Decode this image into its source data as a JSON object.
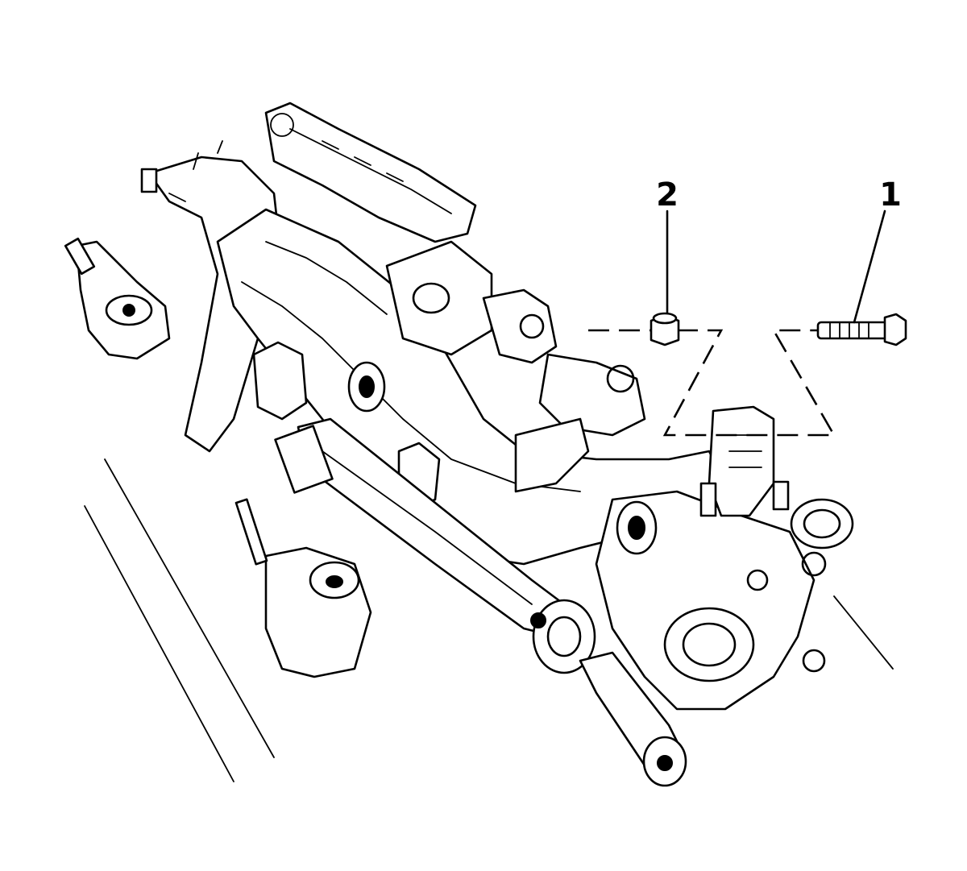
{
  "callouts": [
    {
      "label": "1",
      "part": "bolt"
    },
    {
      "label": "2",
      "part": "nut"
    }
  ],
  "colors": {
    "line": "#000000",
    "background": "#ffffff"
  }
}
